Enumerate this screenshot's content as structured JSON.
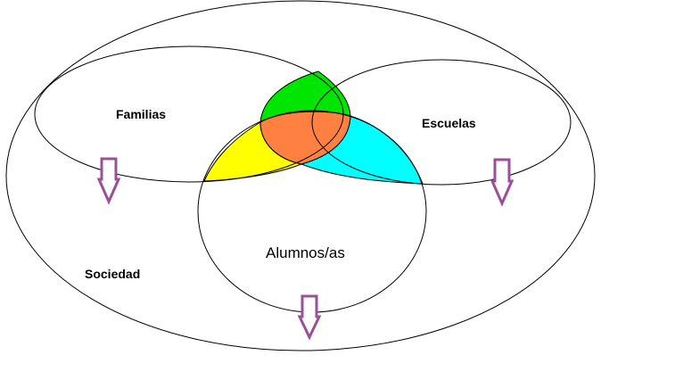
{
  "labels": {
    "familias": "Familias",
    "escuelas": "Escuelas",
    "alumnos": "Alumnos/as",
    "sociedad": "Sociedad"
  },
  "colors": {
    "familias_escuelas": "#00e600",
    "familias_alumnos": "#ffff00",
    "escuelas_alumnos": "#00ffff",
    "all_three": "#ff8040",
    "arrow": "#9b4f9b"
  }
}
